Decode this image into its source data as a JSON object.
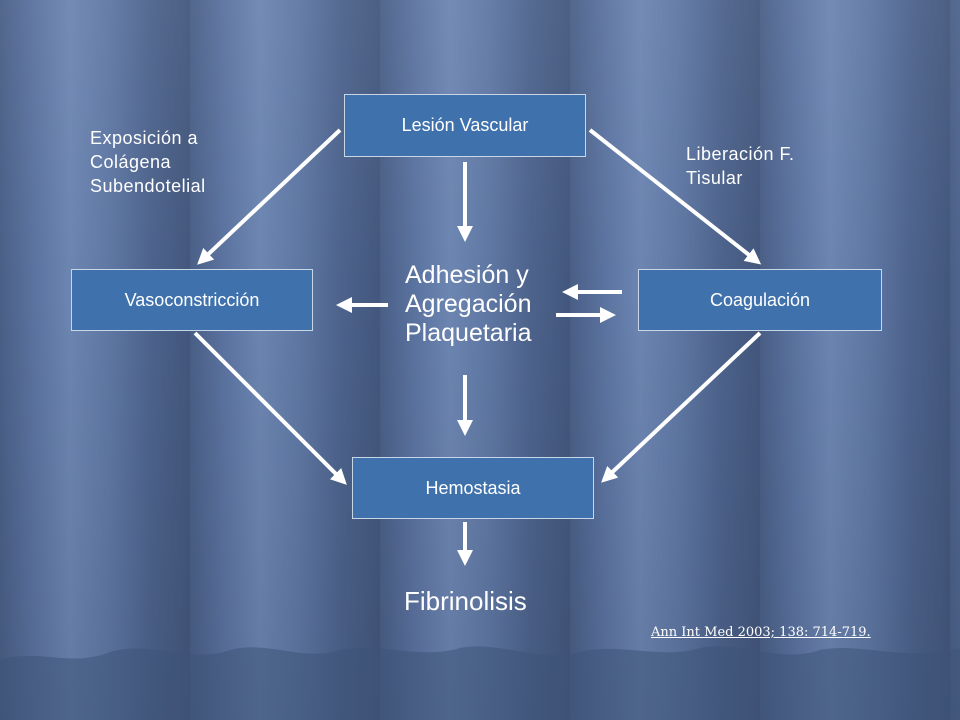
{
  "diagram": {
    "nodes": {
      "lesion": "Lesión Vascular",
      "vasoconstriccion": "Vasoconstricción",
      "coagulacion": "Coagulación",
      "hemostasia": "Hemostasia"
    },
    "center_lines": [
      "Adhesión y",
      "Agregación",
      "Plaquetaria"
    ],
    "fibrinolisis": "Fibrinolisis",
    "left_label_lines": [
      "Exposición a",
      "Colágena",
      "Subendotelial"
    ],
    "right_label_lines": [
      "Liberación F.",
      "Tisular"
    ],
    "citation": "Ann Int Med 2003; 138: 714-719."
  },
  "colors": {
    "box_fill": "#3f72ad",
    "background": "#5b73a0",
    "text": "#ffffff"
  }
}
